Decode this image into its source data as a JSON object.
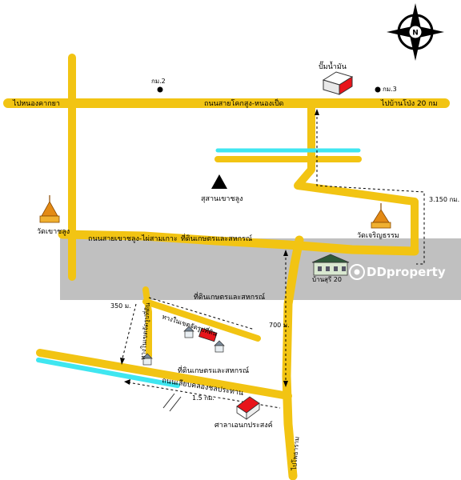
{
  "colors": {
    "road": "#f2c413",
    "canal": "#3fe6f0",
    "watermark_band": "#8c8c8c",
    "house_roof": "#e8141b"
  },
  "compass": {
    "letter": "N",
    "icon": "north-arrow-icon"
  },
  "roads": {
    "main_road_label": "ถนนสายโคกสูง-หนองเป็ด",
    "to_left": "ไปหนองคากยา",
    "to_right": "ไปบ้านโป่ง 20 กม",
    "second_road_label": "ถนนสายเขาชลูง-ไผ่สามเกาะ",
    "lower_road_label": "ถนนเลียบคลองชลประทาน",
    "inner_road_label": "ทางในเขตจัดรูปที่ดิน",
    "inner_road_label_2": "ทางในเขตจัดรูปที่ดิน",
    "bottom_road_label": "ไปโพธาราม"
  },
  "markers": {
    "km2": "กม.2",
    "km3": "กม.3"
  },
  "places": {
    "gas_station": "ปั๊มน้ำมัน",
    "cemetery": "สุสานเขาชลูง",
    "wat_left": "วัดเขาชลูง",
    "wat_right": "วัดเจริญธรรม",
    "land_top": "ที่ดินเกษตรและสหกรณ์",
    "land_mid": "ที่ดินเกษตรและสหกรณ์",
    "land_lower": "ที่ดินเกษตรและสหกรณ์",
    "sala": "ศาลาเอนกประสงค์",
    "village": "บ้านสุรี 20"
  },
  "distances": {
    "d1": "3.150 กม.",
    "d2": "350 ม.",
    "d3": "700 ม.",
    "d4": "1.5 กม."
  },
  "watermark": {
    "brand": "DDproperty",
    "icon": "ddproperty-logo-icon"
  }
}
